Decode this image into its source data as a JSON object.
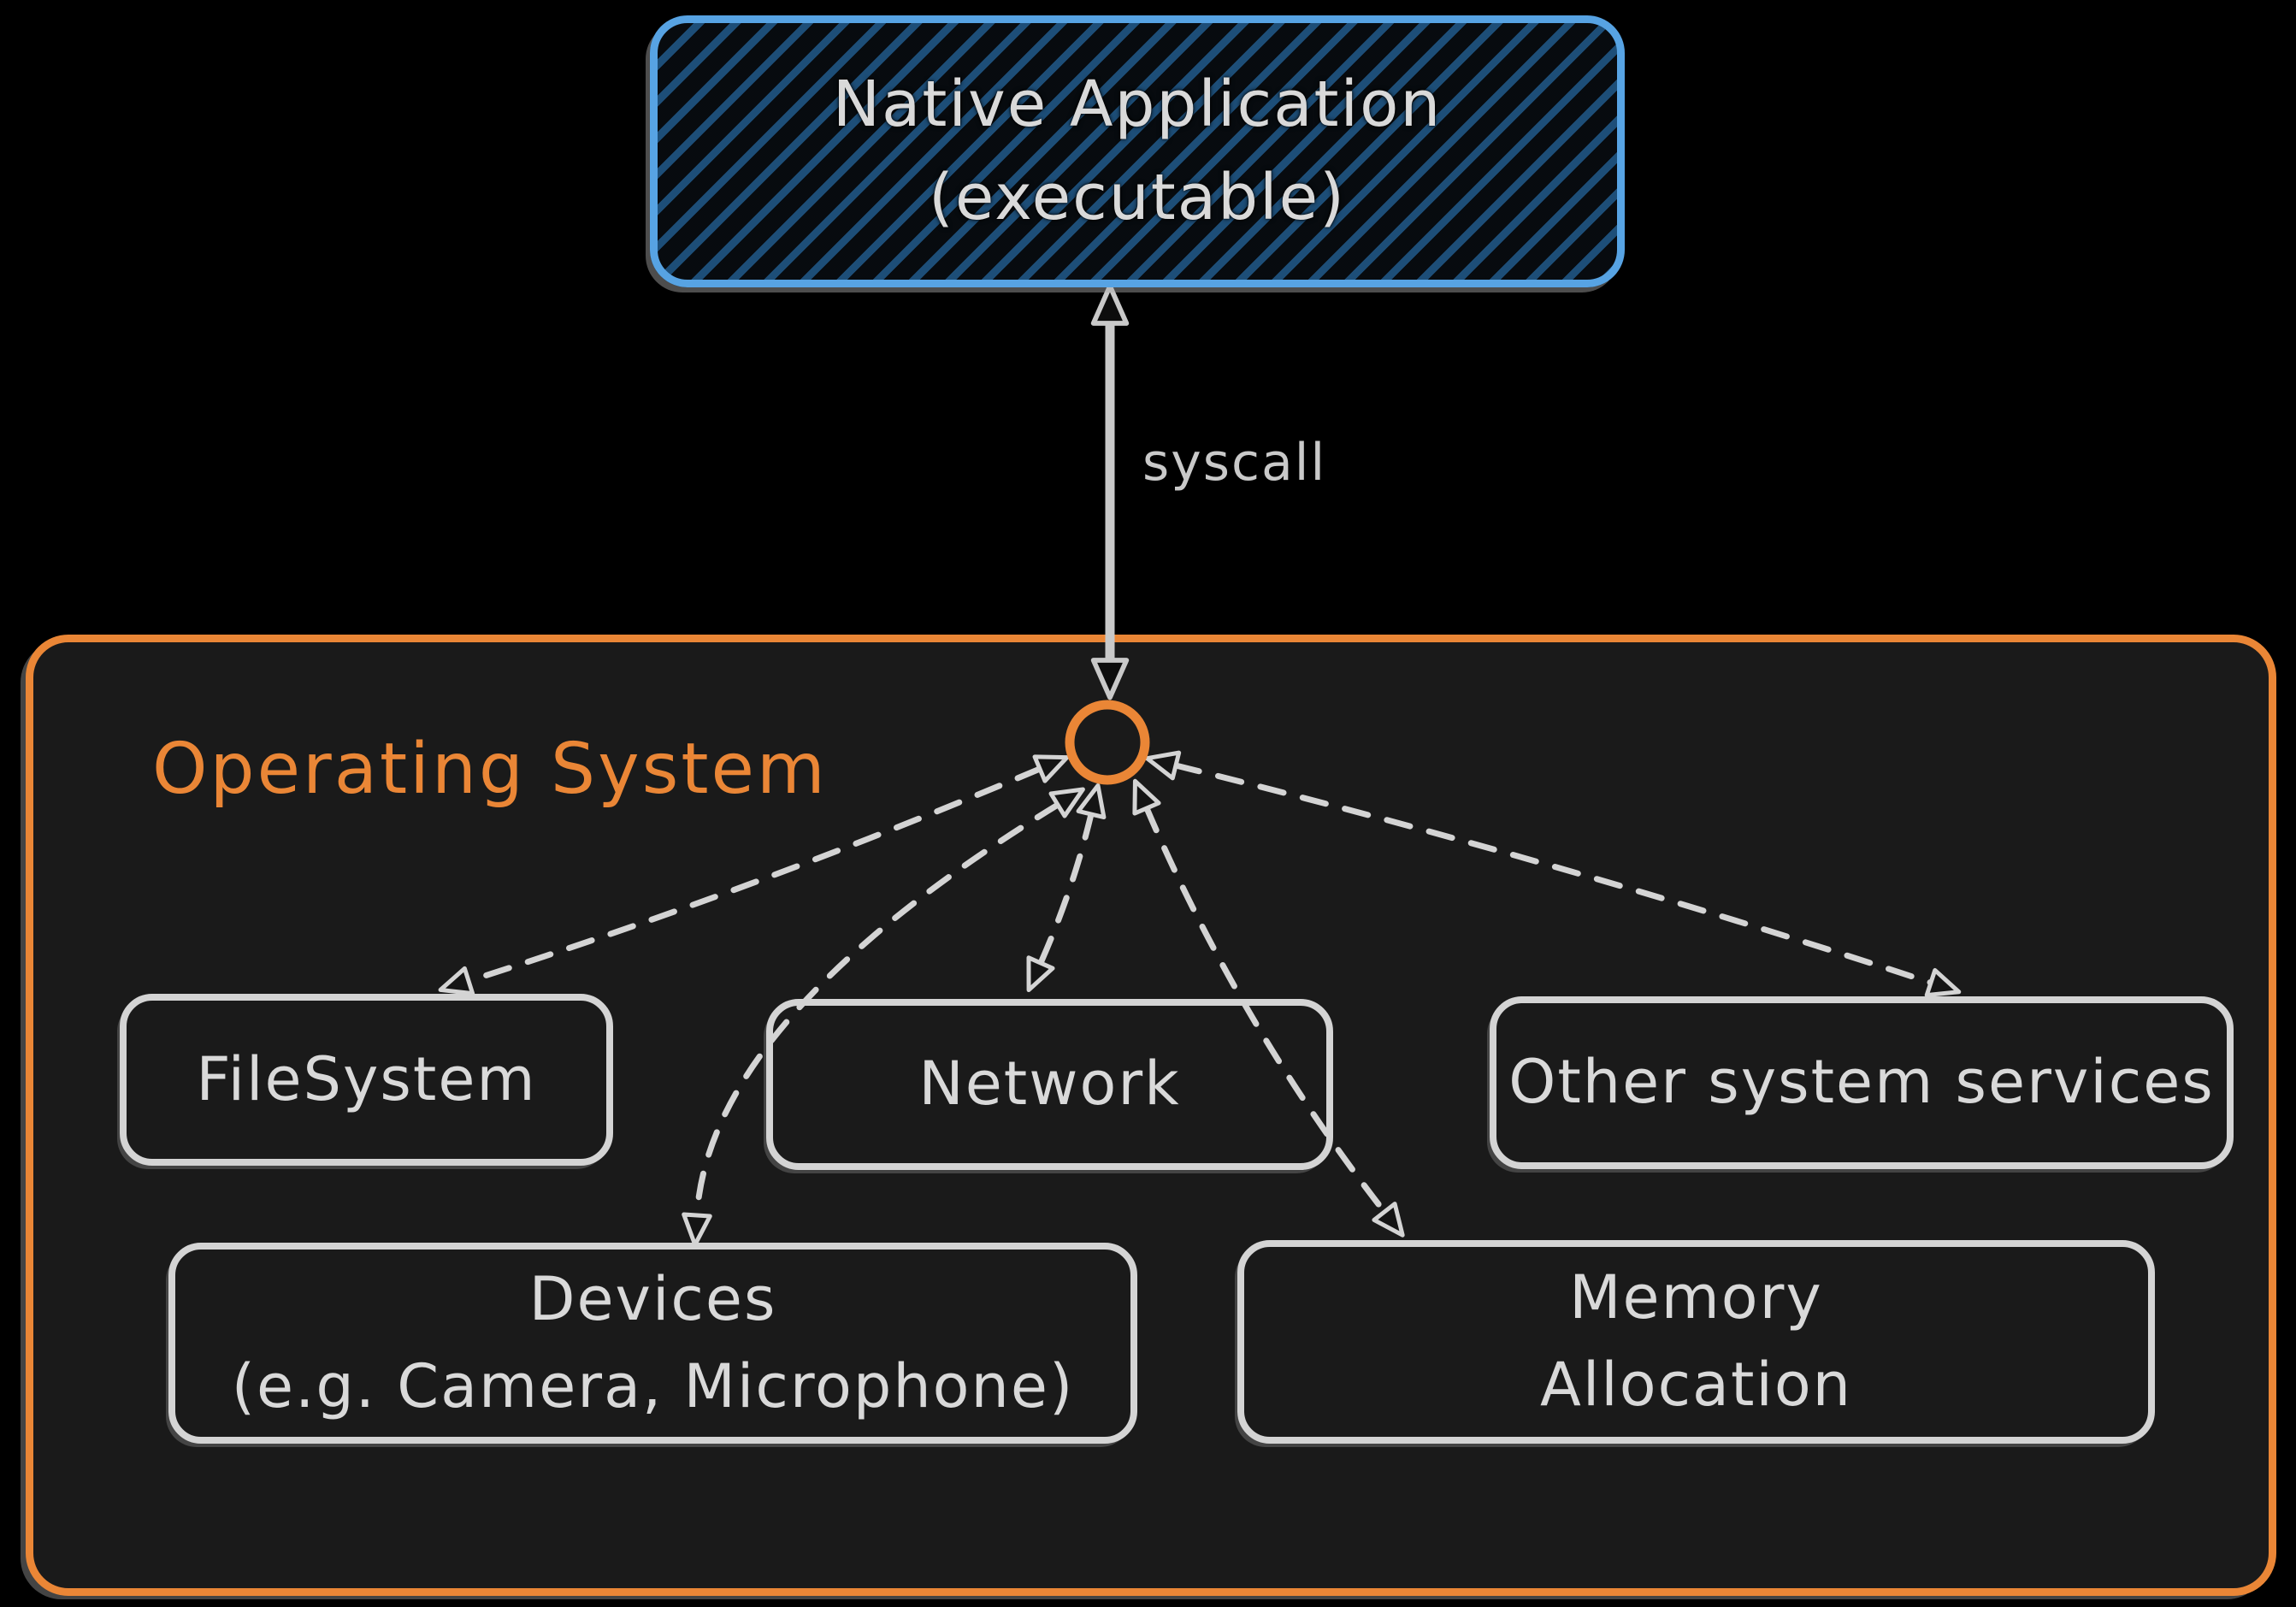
{
  "nodes": {
    "native_app": {
      "line1": "Native Application",
      "line2": "(executable)"
    },
    "filesystem": {
      "label": "FileSystem"
    },
    "network": {
      "label": "Network"
    },
    "other_services": {
      "label": "Other system services"
    },
    "devices": {
      "line1": "Devices",
      "line2": "(e.g. Camera, Microphone)"
    },
    "memory": {
      "line1": "Memory",
      "line2": "Allocation"
    }
  },
  "labels": {
    "os": "Operating System",
    "syscall": "syscall"
  },
  "colors": {
    "background": "#000000",
    "os_fill": "#1a1a1a",
    "orange_accent": "#ea8636",
    "blue_border": "#57a3e3",
    "blue_hatch": "#1d4e78",
    "text_gray": "#d9d9d9",
    "border_gray": "#d4d4d4",
    "arrow_gray": "#c9c9c9"
  }
}
